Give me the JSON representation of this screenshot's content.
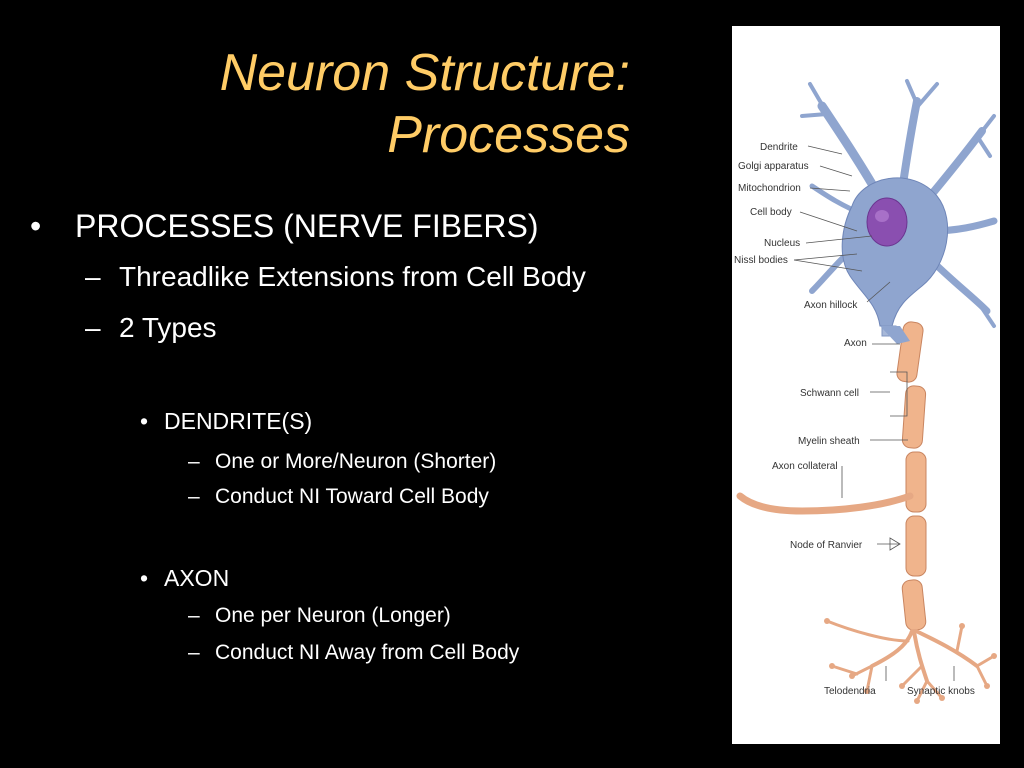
{
  "slide": {
    "title_line1": "Neuron Structure:",
    "title_line2": "Processes"
  },
  "bullets": {
    "main": "PROCESSES (NERVE FIBERS)",
    "sub1": "Threadlike Extensions from Cell Body",
    "sub2": "2 Types",
    "dendrite": {
      "heading": "DENDRITE(S)",
      "point1": "One or More/Neuron (Shorter)",
      "point2": "Conduct NI Toward Cell Body"
    },
    "axon": {
      "heading": "AXON",
      "point1": "One per Neuron (Longer)",
      "point2": "Conduct NI Away from Cell Body"
    },
    "bullet_glyph": "•",
    "dash_glyph": "–"
  },
  "diagram": {
    "labels": {
      "dendrite": "Dendrite",
      "golgi": "Golgi apparatus",
      "mitochondrion": "Mitochondrion",
      "cell_body": "Cell body",
      "nucleus": "Nucleus",
      "nissl": "Nissl bodies",
      "axon_hillock": "Axon hillock",
      "axon": "Axon",
      "schwann": "Schwann cell",
      "myelin": "Myelin sheath",
      "collateral": "Axon collateral",
      "ranvier": "Node of Ranvier",
      "telodendria": "Telodendria",
      "knobs": "Synaptic knobs"
    },
    "colors": {
      "cell_body": "#8fa5cf",
      "nucleus": "#8a4fb0",
      "myelin": "#f0b48c",
      "dendrites": "#e6a884"
    }
  }
}
